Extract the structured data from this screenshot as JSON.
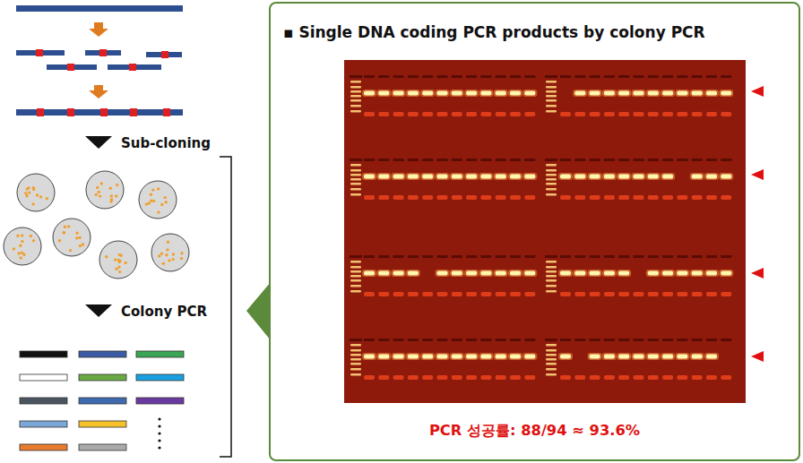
{
  "diagram": {
    "nodes": [
      {
        "text": [
          "▪ Single DNA coding PCR products by colony PCR",
          "PCR 성공률: 88/94 ≈ 93.6%"
        ]
      }
    ],
    "labels": [
      "Sub-cloning",
      "Colony PCR"
    ]
  }
}
